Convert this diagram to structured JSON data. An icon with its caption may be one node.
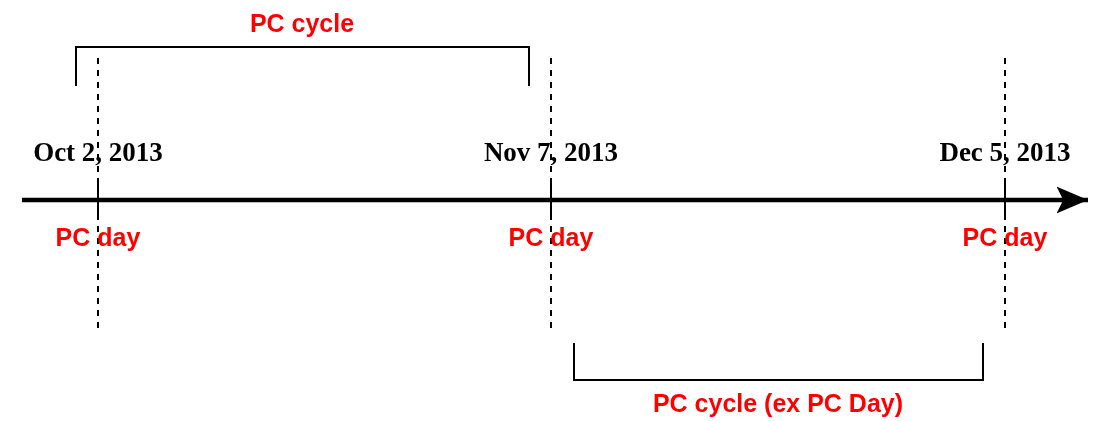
{
  "diagram": {
    "labels": [
      "PC cycle",
      "Oct 2, 2013",
      "Nov 7, 2013",
      "Dec 5, 2013",
      "PC day",
      "PC day",
      "PC day",
      "PC cycle (ex PC Day)"
    ]
  }
}
